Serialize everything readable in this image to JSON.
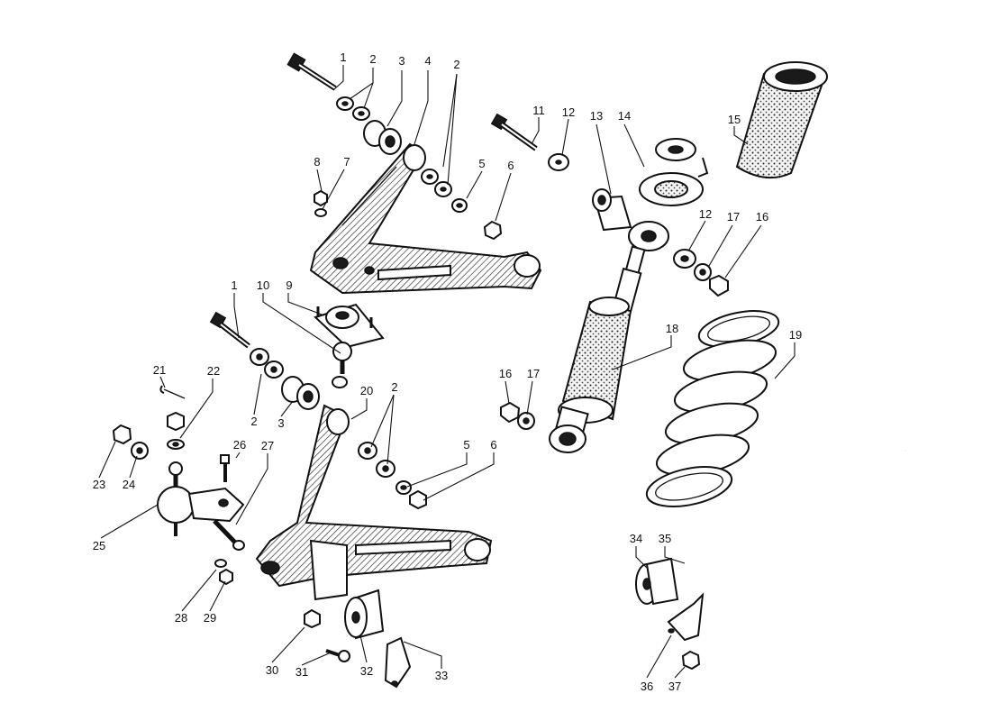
{
  "labels": {
    "l1a": "1",
    "l2a": "2",
    "l3a": "3",
    "l4": "4",
    "l2b": "2",
    "l8": "8",
    "l7": "7",
    "l5a": "5",
    "l6a": "6",
    "l11": "11",
    "l12a": "12",
    "l13": "13",
    "l14": "14",
    "l15": "15",
    "l12b": "12",
    "l17a": "17",
    "l16a": "16",
    "l1b": "1",
    "l10": "10",
    "l9": "9",
    "l18": "18",
    "l19": "19",
    "l21": "21",
    "l22": "22",
    "l20": "20",
    "l2c": "2",
    "l2d": "2",
    "l3b": "3",
    "l16b": "16",
    "l17b": "17",
    "l26": "26",
    "l27": "27",
    "l23": "23",
    "l24": "24",
    "l25": "25",
    "l5b": "5",
    "l6b": "6",
    "l34": "34",
    "l35": "35",
    "l28": "28",
    "l29": "29",
    "l30": "30",
    "l31": "31",
    "l32": "32",
    "l33": "33",
    "l36": "36",
    "l37": "37"
  }
}
